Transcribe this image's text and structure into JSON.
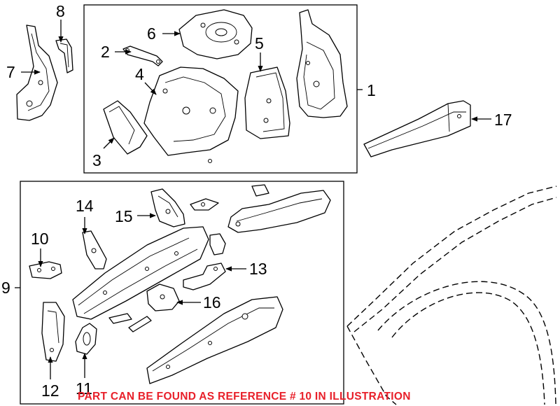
{
  "colors": {
    "line": "#000000",
    "background": "#ffffff",
    "note": "#e8202a"
  },
  "callouts": {
    "c1": "1",
    "c2": "2",
    "c3": "3",
    "c4": "4",
    "c5": "5",
    "c6": "6",
    "c7": "7",
    "c8": "8",
    "c9": "9",
    "c10": "10",
    "c11": "11",
    "c12": "12",
    "c13": "13",
    "c14": "14",
    "c15": "15",
    "c16": "16",
    "c17": "17"
  },
  "note": "PART CAN BE FOUND AS REFERENCE # 10 IN ILLUSTRATION"
}
